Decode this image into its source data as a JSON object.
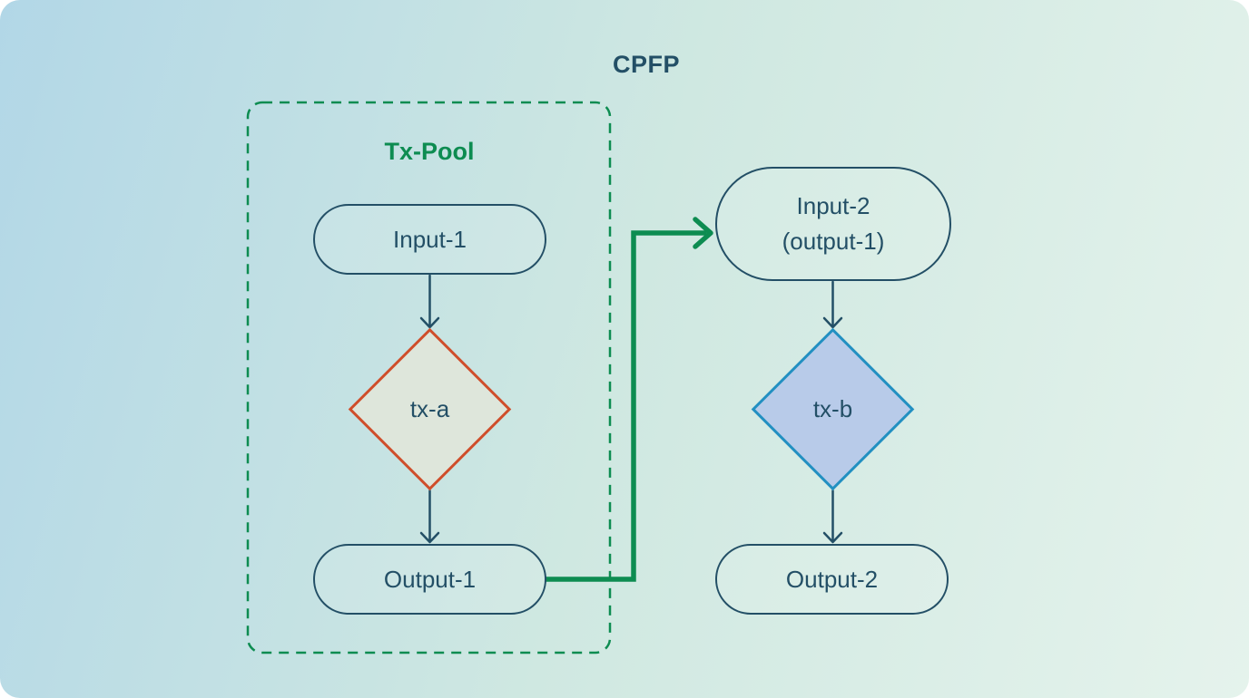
{
  "title": "CPFP",
  "txpool": {
    "label": "Tx-Pool"
  },
  "nodes": {
    "input1": {
      "label": "Input-1",
      "shape": "pill"
    },
    "txa": {
      "label": "tx-a",
      "shape": "diamond"
    },
    "output1": {
      "label": "Output-1",
      "shape": "pill"
    },
    "input2": {
      "label_line1": "Input-2",
      "label_line2": "(output-1)",
      "shape": "pill"
    },
    "txb": {
      "label": "tx-b",
      "shape": "diamond"
    },
    "output2": {
      "label": "Output-2",
      "shape": "pill"
    }
  },
  "edges": [
    {
      "from": "input1",
      "to": "txa",
      "style": "navy-arrow"
    },
    {
      "from": "txa",
      "to": "output1",
      "style": "navy-arrow"
    },
    {
      "from": "output1",
      "to": "input2",
      "style": "green-elbow-arrow"
    },
    {
      "from": "input2",
      "to": "txb",
      "style": "navy-arrow"
    },
    {
      "from": "txb",
      "to": "output2",
      "style": "navy-arrow"
    }
  ],
  "colors": {
    "canvas_bg_start": "#b2d7e7",
    "canvas_bg_mid": "#cfe8e1",
    "canvas_bg_end": "#e5f3ec",
    "navy": "#234f66",
    "green": "#0d8c51",
    "txa_border": "#cf4e2b",
    "txa_fill": "#dee6db",
    "txb_border": "#2290c1",
    "txb_fill": "#b8cbe9"
  }
}
